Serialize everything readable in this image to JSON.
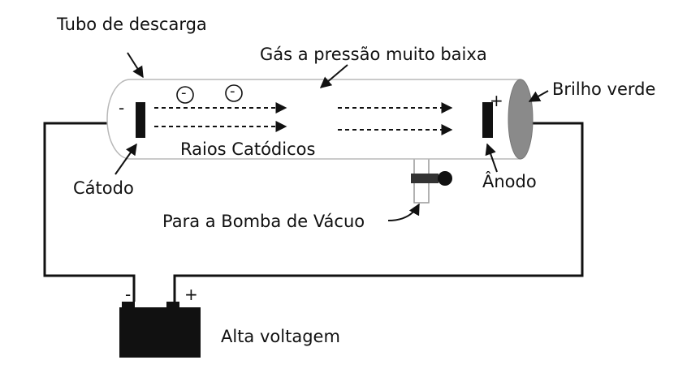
{
  "labels": {
    "tube": "Tubo de descarga",
    "gas": "Gás a pressão muito baixa",
    "green_glow": "Brilho verde",
    "cathode_rays": "Raios Catódicos",
    "cathode": "Cátodo",
    "anode": "Ânodo",
    "vacuum_pump": "Para a Bomba de Vácuo",
    "high_voltage": "Alta voltagem"
  },
  "signs": {
    "cathode_minus": "-",
    "anode_plus": "+",
    "battery_minus": "-",
    "battery_plus": "+",
    "electron_1": "-",
    "electron_2": "-"
  },
  "colors": {
    "ink": "#111111",
    "glow": "#8a8a8a",
    "tube_outline": "#b8b8b8"
  }
}
